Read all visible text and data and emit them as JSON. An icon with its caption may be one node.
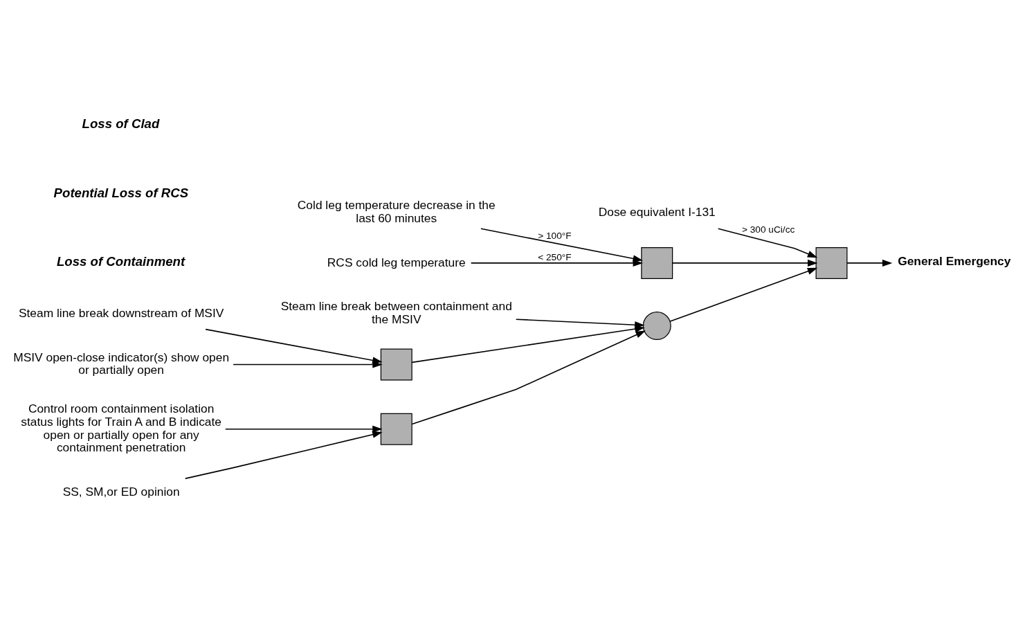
{
  "diagram": {
    "nodes": [
      {
        "text": [
          "Dose equivalent I-131"
        ]
      },
      {
        "text": [
          "Cold leg temperature decrease in the last 60 minutes"
        ]
      },
      {
        "text": [
          "RCS cold leg temperature"
        ]
      },
      {
        "text": [
          "Steam line break between containment and the MSIV"
        ]
      },
      {
        "text": [
          "Steam line break downstream of MSIV"
        ]
      },
      {
        "text": [
          "MSIV open-close indicator(s) show open or partially open"
        ]
      },
      {
        "text": [
          "Control room containment isolation status lights for Train A and B indicate open or partially open for any containment penetration"
        ]
      },
      {
        "text": [
          "SS, SM,or ED opinion"
        ]
      },
      {
        "text": [],
        "shape": "box"
      },
      {
        "text": [],
        "shape": "box"
      },
      {
        "text": [],
        "shape": "circle"
      },
      {
        "text": [],
        "shape": "box"
      },
      {
        "text": [],
        "shape": "box"
      },
      {
        "text": [
          "General Emergency"
        ]
      }
    ],
    "edges": [
      {
        "from": 0,
        "to": 8,
        "arrow": "to",
        "label": "> 300 uCi/cc"
      },
      {
        "from": 1,
        "to": 9,
        "arrow": "to",
        "label": "> 100°F"
      },
      {
        "from": 2,
        "to": 9,
        "arrow": "to",
        "label": "< 250°F"
      },
      {
        "from": 9,
        "to": 8,
        "arrow": "to"
      },
      {
        "from": 3,
        "to": 10,
        "arrow": "to"
      },
      {
        "from": 4,
        "to": 11,
        "arrow": "to"
      },
      {
        "from": 5,
        "to": 11,
        "arrow": "to"
      },
      {
        "from": 11,
        "to": 10,
        "arrow": "to"
      },
      {
        "from": 6,
        "to": 12,
        "arrow": "to"
      },
      {
        "from": 7,
        "to": 12,
        "arrow": "to"
      },
      {
        "from": 12,
        "to": 10,
        "arrow": "to"
      },
      {
        "from": 10,
        "to": 8,
        "arrow": "to"
      },
      {
        "from": 8,
        "to": 13,
        "arrow": "to"
      }
    ],
    "labels": [
      "Loss of Clad",
      "Potential Loss of RCS",
      "Loss of Containment"
    ]
  }
}
